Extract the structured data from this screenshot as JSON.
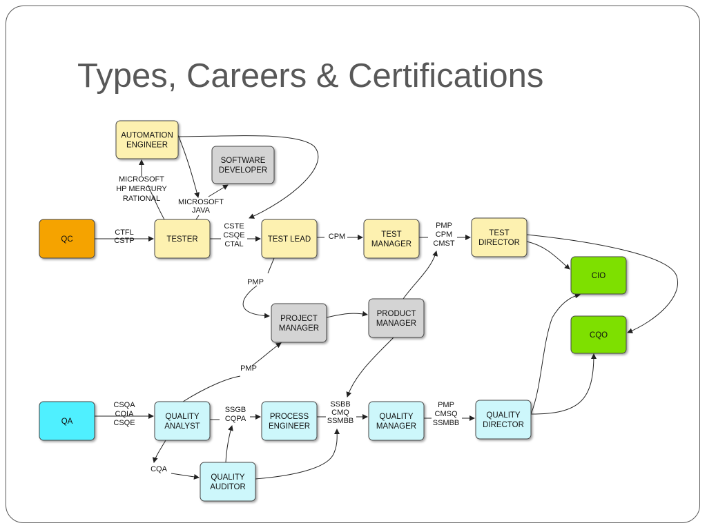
{
  "slide": {
    "title": "Types, Careers & Certifications"
  },
  "colors": {
    "yellow": "#fdf1b0",
    "gray": "#d4d4d4",
    "orange": "#f5a300",
    "cyan": "#4ff0ff",
    "light_cyan": "#cdf7fb",
    "green": "#7ee000"
  },
  "nodes": {
    "qc": {
      "lines": [
        "QC"
      ],
      "color": "orange"
    },
    "tester": {
      "lines": [
        "TESTER"
      ],
      "color": "yellow"
    },
    "automation_engineer": {
      "lines": [
        "AUTOMATION",
        "ENGINEER"
      ],
      "color": "yellow"
    },
    "software_developer": {
      "lines": [
        "SOFTWARE",
        "DEVELOPER"
      ],
      "color": "gray"
    },
    "test_lead": {
      "lines": [
        "TEST LEAD"
      ],
      "color": "yellow"
    },
    "test_manager": {
      "lines": [
        "TEST",
        "MANAGER"
      ],
      "color": "yellow"
    },
    "test_director": {
      "lines": [
        "TEST",
        "DIRECTOR"
      ],
      "color": "yellow"
    },
    "cio": {
      "lines": [
        "CIO"
      ],
      "color": "green"
    },
    "cqo": {
      "lines": [
        "CQO"
      ],
      "color": "green"
    },
    "project_manager": {
      "lines": [
        "PROJECT",
        "MANAGER"
      ],
      "color": "gray"
    },
    "product_manager": {
      "lines": [
        "PRODUCT",
        "MANAGER"
      ],
      "color": "gray"
    },
    "qa": {
      "lines": [
        "QA"
      ],
      "color": "cyan"
    },
    "quality_analyst": {
      "lines": [
        "QUALITY",
        "ANALYST"
      ],
      "color": "light_cyan"
    },
    "process_engineer": {
      "lines": [
        "PROCESS",
        "ENGINEER"
      ],
      "color": "light_cyan"
    },
    "quality_manager": {
      "lines": [
        "QUALITY",
        "MANAGER"
      ],
      "color": "light_cyan"
    },
    "quality_director": {
      "lines": [
        "QUALITY",
        "DIRECTOR"
      ],
      "color": "light_cyan"
    },
    "quality_auditor": {
      "lines": [
        "QUALITY",
        "AUDITOR"
      ],
      "color": "light_cyan"
    }
  },
  "edge_labels": {
    "qc_tester": [
      "CTFL",
      "CSTP"
    ],
    "tester_automation": [
      "MICROSOFT",
      "HP MERCURY",
      "RATIONAL"
    ],
    "tester_developer": [
      "MICROSOFT",
      "JAVA"
    ],
    "tester_testlead": [
      "CSTE",
      "CSQE",
      "CTAL"
    ],
    "testlead_testmanager": [
      "CPM"
    ],
    "testmanager_testdirector": [
      "PMP",
      "CPM",
      "CMST"
    ],
    "testlead_projectmanager": [
      "PMP"
    ],
    "analyst_projectmanager": [
      "PMP"
    ],
    "qa_analyst": [
      "CSQA",
      "CQIA",
      "CSQE"
    ],
    "analyst_process": [
      "SSGB",
      "CQPA"
    ],
    "process_qualitymanager": [
      "SSBB",
      "CMQ",
      "SSMBB"
    ],
    "qualitymanager_director": [
      "PMP",
      "CMSQ",
      "SSMBB"
    ],
    "analyst_auditor": [
      "CQA"
    ]
  }
}
